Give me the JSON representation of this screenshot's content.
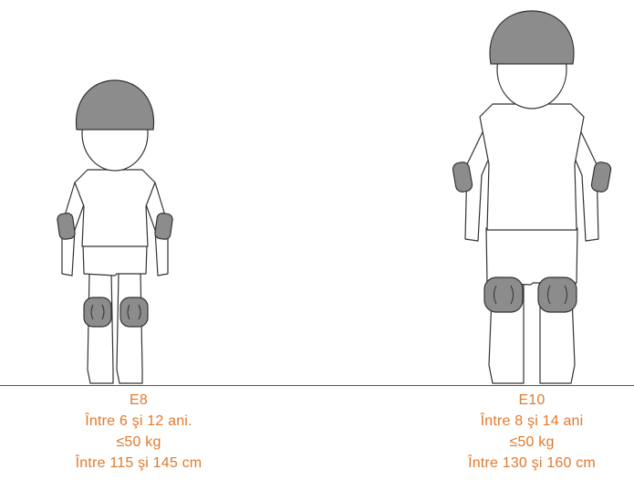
{
  "colors": {
    "accent_text": "#e07a2e",
    "outline": "#333333",
    "pad_fill": "#8c8c8c",
    "ground_line": "#555555"
  },
  "figures": [
    {
      "size_code": "E8",
      "age_range": "Între 6 şi 12 ani.",
      "weight_limit": "≤50 kg",
      "height_range": "Între 115 şi 145 cm",
      "gear_icons": [
        "helmet-icon",
        "elbow-pad-icon",
        "knee-pad-icon"
      ]
    },
    {
      "size_code": "E10",
      "age_range": "Între 8 şi 14 ani",
      "weight_limit": "≤50 kg",
      "height_range": "Între 130 şi 160 cm",
      "gear_icons": [
        "helmet-icon",
        "elbow-pad-icon",
        "knee-pad-icon"
      ]
    }
  ]
}
